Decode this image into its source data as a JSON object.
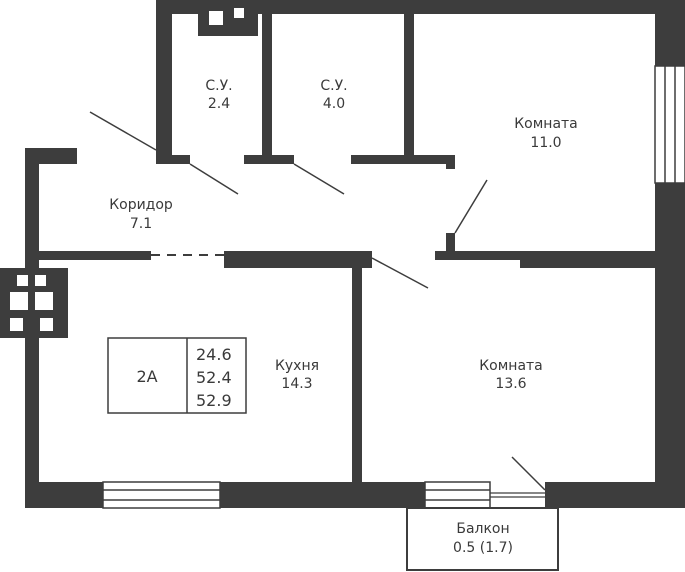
{
  "rooms": {
    "wc1": {
      "name": "С.У.",
      "area": "2.4"
    },
    "wc2": {
      "name": "С.У.",
      "area": "4.0"
    },
    "room1": {
      "name": "Комната",
      "area": "11.0"
    },
    "corridor": {
      "name": "Коридор",
      "area": "7.1"
    },
    "kitchen": {
      "name": "Кухня",
      "area": "14.3"
    },
    "room2": {
      "name": "Комната",
      "area": "13.6"
    },
    "balcony": {
      "name": "Балкон",
      "area": "0.5 (1.7)"
    }
  },
  "summary": {
    "type": "2А",
    "living_area": "24.6",
    "total_area": "52.4",
    "total_area_with_balcony": "52.9"
  },
  "colors": {
    "wall": "#3d3d3d",
    "line": "#3d3d3d",
    "text": "#3a3a3a",
    "background": "#ffffff"
  }
}
